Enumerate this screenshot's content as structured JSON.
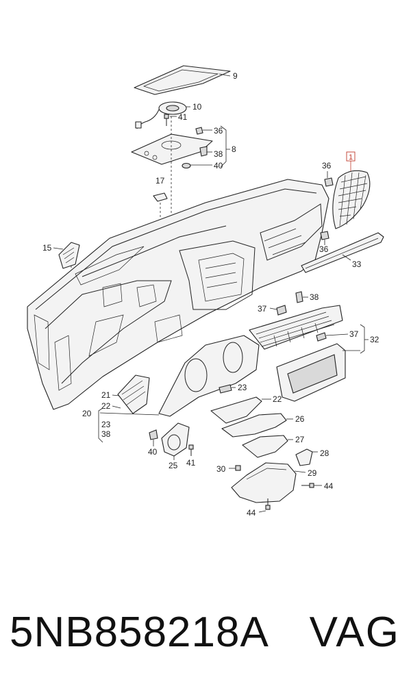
{
  "callouts": [
    {
      "id": "c1",
      "label": "1"
    },
    {
      "id": "c8",
      "label": "8"
    },
    {
      "id": "c9",
      "label": "9"
    },
    {
      "id": "c10",
      "label": "10"
    },
    {
      "id": "c15",
      "label": "15"
    },
    {
      "id": "c17",
      "label": "17"
    },
    {
      "id": "c20",
      "label": "20"
    },
    {
      "id": "c21",
      "label": "21"
    },
    {
      "id": "c22a",
      "label": "22"
    },
    {
      "id": "c22b",
      "label": "22"
    },
    {
      "id": "c23a",
      "label": "23"
    },
    {
      "id": "c23b",
      "label": "23"
    },
    {
      "id": "c25",
      "label": "25"
    },
    {
      "id": "c26",
      "label": "26"
    },
    {
      "id": "c27",
      "label": "27"
    },
    {
      "id": "c28",
      "label": "28"
    },
    {
      "id": "c29",
      "label": "29"
    },
    {
      "id": "c30",
      "label": "30"
    },
    {
      "id": "c32",
      "label": "32"
    },
    {
      "id": "c33",
      "label": "33"
    },
    {
      "id": "c36a",
      "label": "36"
    },
    {
      "id": "c36b",
      "label": "36"
    },
    {
      "id": "c36c",
      "label": "36"
    },
    {
      "id": "c37a",
      "label": "37"
    },
    {
      "id": "c37b",
      "label": "37"
    },
    {
      "id": "c38a",
      "label": "38"
    },
    {
      "id": "c38b",
      "label": "38"
    },
    {
      "id": "c38c",
      "label": "38"
    },
    {
      "id": "c40a",
      "label": "40"
    },
    {
      "id": "c40b",
      "label": "40"
    },
    {
      "id": "c41a",
      "label": "41"
    },
    {
      "id": "c41b",
      "label": "41"
    },
    {
      "id": "c44a",
      "label": "44"
    },
    {
      "id": "c44b",
      "label": "44"
    }
  ],
  "footer": {
    "part_number": "5NB858218A",
    "brand": "VAG"
  }
}
